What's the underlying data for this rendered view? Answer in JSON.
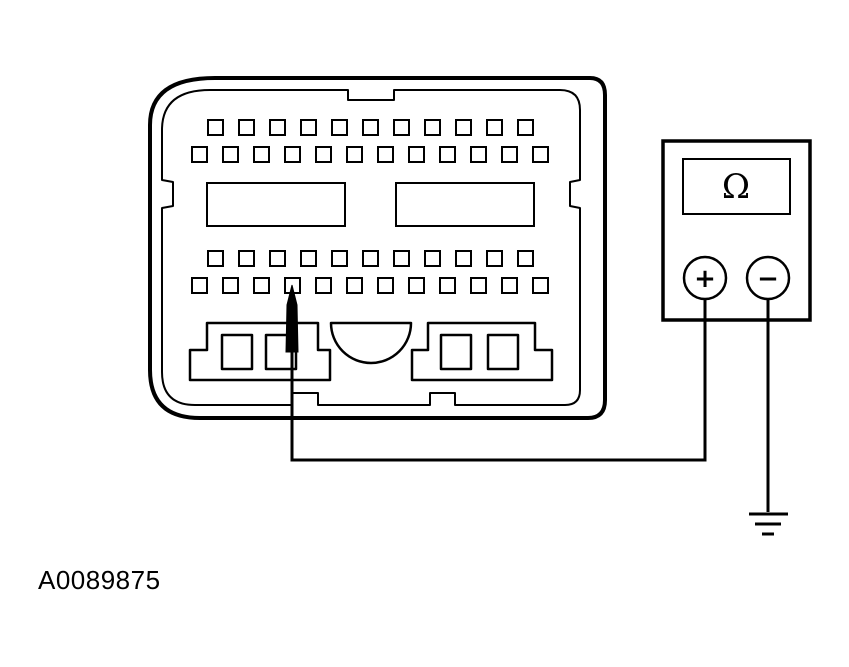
{
  "figure": {
    "id_label": "A0089875"
  },
  "meter": {
    "display_symbol": "Ω",
    "positive_terminal_label": "+",
    "negative_terminal_label": "−"
  },
  "connector": {
    "top_row_1_count": 11,
    "top_row_2_count": 12,
    "bottom_row_1_count": 11,
    "bottom_row_2_count": 12,
    "probed_pin": {
      "row": "bottom_row_2",
      "position": 4
    }
  },
  "colors": {
    "line": "#000000",
    "background": "#ffffff"
  },
  "icons": {
    "probe": "probe-tip-icon",
    "ground": "ground-symbol-icon"
  }
}
